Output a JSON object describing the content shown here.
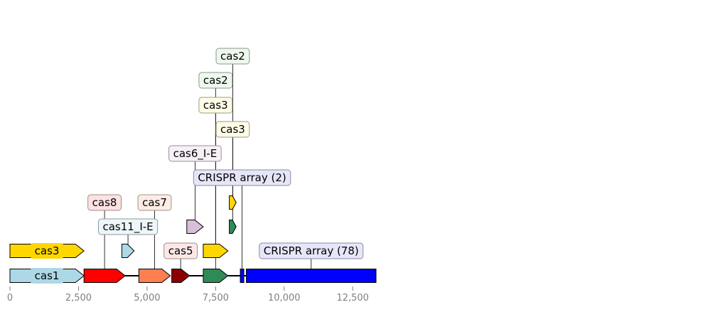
{
  "diagram": {
    "axis": {
      "min": 0,
      "max": 13300,
      "ticks": [
        {
          "value": 0,
          "label": "0"
        },
        {
          "value": 2500,
          "label": "2,500"
        },
        {
          "value": 5000,
          "label": "5,000"
        },
        {
          "value": 7500,
          "label": "7,500"
        },
        {
          "value": 10000,
          "label": "10,000"
        },
        {
          "value": 12500,
          "label": "12,500"
        }
      ]
    },
    "features": [
      {
        "id": "cas1",
        "start": 0,
        "end": 2700,
        "track": 0,
        "color": "#add8e6",
        "label": "cas1",
        "type": "gene"
      },
      {
        "id": "cas8",
        "start": 2700,
        "end": 4200,
        "track": 0,
        "color": "#ff0000",
        "label": "cas8",
        "type": "gene"
      },
      {
        "id": "cas7",
        "start": 4700,
        "end": 5850,
        "track": 0,
        "color": "#ff7f50",
        "label": "cas7",
        "type": "gene"
      },
      {
        "id": "cas5",
        "start": 5900,
        "end": 6550,
        "track": 0,
        "color": "#8b0000",
        "label": "cas5",
        "type": "gene"
      },
      {
        "id": "cas2-a",
        "start": 7050,
        "end": 7950,
        "track": 0,
        "color": "#2e8b57",
        "label": "cas2",
        "type": "gene"
      },
      {
        "id": "crispr-2",
        "start": 8400,
        "end": 8530,
        "track": 0,
        "color": "#0000ff",
        "label": "CRISPR array (2)",
        "type": "block"
      },
      {
        "id": "crispr-78",
        "start": 8620,
        "end": 13350,
        "track": 0,
        "color": "#0000ff",
        "label": "CRISPR array (78)",
        "type": "block"
      },
      {
        "id": "cas3-a",
        "start": 0,
        "end": 2700,
        "track": 1,
        "color": "#ffd700",
        "label": "cas3",
        "type": "gene"
      },
      {
        "id": "cas11",
        "start": 4080,
        "end": 4530,
        "track": 1,
        "color": "#add8e6",
        "label": "cas11_I-E",
        "type": "gene"
      },
      {
        "id": "cas3-b",
        "start": 7050,
        "end": 7950,
        "track": 1,
        "color": "#ffd700",
        "label": "cas3",
        "type": "gene"
      },
      {
        "id": "cas6",
        "start": 6450,
        "end": 7050,
        "track": 2,
        "color": "#d8bfd8",
        "label": "cas6_I-E",
        "type": "gene"
      },
      {
        "id": "cas2-b",
        "start": 8000,
        "end": 8250,
        "track": 2,
        "color": "#2e8b57",
        "label": "cas2",
        "type": "gene"
      },
      {
        "id": "cas3-c",
        "start": 8000,
        "end": 8250,
        "track": 3,
        "color": "#ffd700",
        "label": "cas3",
        "type": "gene"
      }
    ],
    "labels": [
      {
        "text": "cas1",
        "anchor": "cas1",
        "level": 0,
        "style": "inline",
        "bg": "#add8e6",
        "border": "#add8e6"
      },
      {
        "text": "cas3",
        "anchor": "cas3-a",
        "level": 1,
        "style": "inline",
        "bg": "#ffd700",
        "border": "#ffd700"
      },
      {
        "text": "cas5",
        "anchor": "cas5",
        "level": 1,
        "style": "box",
        "bg": "#fde8e8",
        "border": "#a08a8a"
      },
      {
        "text": "CRISPR array (78)",
        "anchor": "crispr-78",
        "level": 1,
        "style": "box",
        "bg": "#e6e6fa",
        "border": "#8a8a9e"
      },
      {
        "text": "cas11_I-E",
        "anchor": "cas11",
        "level": 2,
        "style": "box",
        "bg": "#eef6fa",
        "border": "#8a9a9e"
      },
      {
        "text": "cas8",
        "anchor": "cas8",
        "level": 3,
        "style": "box",
        "bg": "#fde2e2",
        "border": "#a08a8a"
      },
      {
        "text": "cas7",
        "anchor": "cas7",
        "level": 3,
        "style": "box",
        "bg": "#fdebe5",
        "border": "#a0948a"
      },
      {
        "text": "CRISPR array (2)",
        "anchor": "crispr-2",
        "level": 4,
        "style": "box",
        "bg": "#e6e6fa",
        "border": "#8a8a9e"
      },
      {
        "text": "cas6_I-E",
        "anchor": "cas6",
        "level": 5,
        "style": "box",
        "bg": "#f7f0f7",
        "border": "#9a8e9a"
      },
      {
        "text": "cas3",
        "anchor": "cas3-c",
        "level": 6,
        "style": "box",
        "bg": "#fffde6",
        "border": "#9a9a8a"
      },
      {
        "text": "cas3",
        "anchor": "cas3-b",
        "level": 7,
        "style": "box",
        "bg": "#fffde6",
        "border": "#9a9a8a"
      },
      {
        "text": "cas2",
        "anchor": "cas2-a",
        "level": 8,
        "style": "box",
        "bg": "#eef8ee",
        "border": "#8a9a8a"
      },
      {
        "text": "cas2",
        "anchor": "cas2-b",
        "level": 9,
        "style": "box",
        "bg": "#eef8ee",
        "border": "#8a9a8a"
      }
    ]
  }
}
